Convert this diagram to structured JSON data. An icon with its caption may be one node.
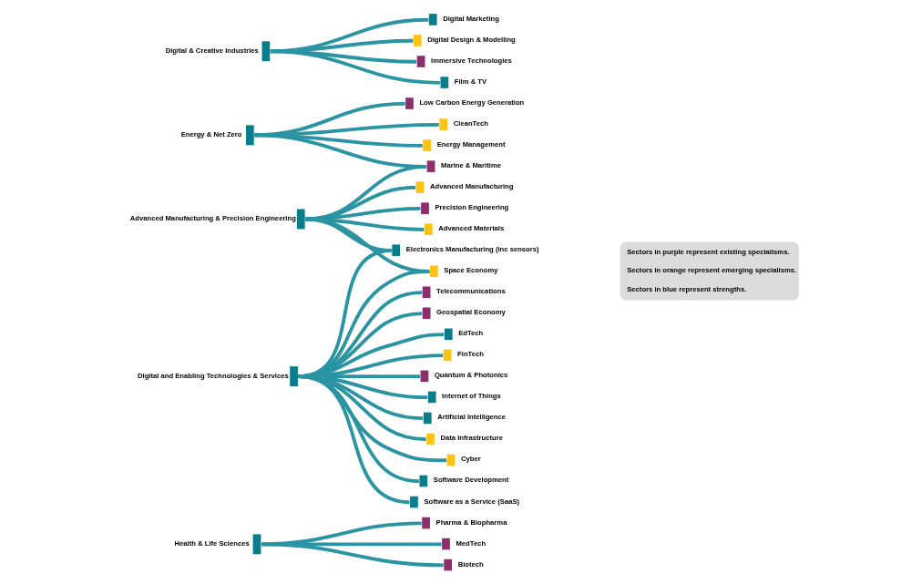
{
  "diagram": {
    "nodes": [
      {
        "text": [
          "Health & Life Sciences"
        ]
      },
      {
        "text": [
          "Energy & Net Zero"
        ]
      },
      {
        "text": [
          "Advanced Manufacturing & Precision Engineering"
        ]
      },
      {
        "text": [
          "Digital & Creative Industries"
        ]
      },
      {
        "text": [
          "Digital and Enabling Technologies & Services"
        ]
      },
      {
        "text": [
          "Pharma & Biopharma"
        ]
      },
      {
        "text": [
          "MedTech"
        ]
      },
      {
        "text": [
          "Biotech"
        ]
      },
      {
        "text": [
          "Low Carbon Energy Generation"
        ]
      },
      {
        "text": [
          "CleanTech"
        ]
      },
      {
        "text": [
          "Energy Management"
        ]
      },
      {
        "text": [
          "Marine & Maritime"
        ]
      },
      {
        "text": [
          "Advanced Manufacturing"
        ]
      },
      {
        "text": [
          "Precision Engineering"
        ]
      },
      {
        "text": [
          "Advanced Materials"
        ]
      },
      {
        "text": [
          "Electronics Manufacturing (inc sensors)"
        ]
      },
      {
        "text": [
          "Space Economy"
        ]
      },
      {
        "text": [
          "Digital Marketing"
        ]
      },
      {
        "text": [
          "Digital Design & Modelling"
        ]
      },
      {
        "text": [
          "Immersive Technologies"
        ]
      },
      {
        "text": [
          "Film & TV"
        ]
      },
      {
        "text": [
          "Data Infrastructure"
        ]
      },
      {
        "text": [
          "Cyber"
        ]
      },
      {
        "text": [
          "Software Development"
        ]
      },
      {
        "text": [
          "Software as a Service (SaaS)"
        ]
      },
      {
        "text": [
          "Telecommunications"
        ]
      },
      {
        "text": [
          "Geospatial Economy"
        ]
      },
      {
        "text": [
          "EdTech"
        ]
      },
      {
        "text": [
          "FinTech"
        ]
      },
      {
        "text": [
          "Quantum & Photonics"
        ]
      },
      {
        "text": [
          "Internet of Things"
        ]
      },
      {
        "text": [
          "Artificial Intelligence"
        ]
      }
    ],
    "edges": [
      {
        "from": 0,
        "to": 5,
        "arrow": "none"
      },
      {
        "from": 0,
        "to": 6,
        "arrow": "none"
      },
      {
        "from": 0,
        "to": 7,
        "arrow": "none"
      },
      {
        "from": 1,
        "to": 8,
        "arrow": "none"
      },
      {
        "from": 1,
        "to": 9,
        "arrow": "none"
      },
      {
        "from": 1,
        "to": 10,
        "arrow": "none"
      },
      {
        "from": 1,
        "to": 11,
        "arrow": "none"
      },
      {
        "from": 2,
        "to": 11,
        "arrow": "none"
      },
      {
        "from": 2,
        "to": 12,
        "arrow": "none"
      },
      {
        "from": 2,
        "to": 13,
        "arrow": "none"
      },
      {
        "from": 2,
        "to": 14,
        "arrow": "none"
      },
      {
        "from": 2,
        "to": 15,
        "arrow": "none"
      },
      {
        "from": 2,
        "to": 16,
        "arrow": "none"
      },
      {
        "from": 3,
        "to": 17,
        "arrow": "none"
      },
      {
        "from": 3,
        "to": 18,
        "arrow": "none"
      },
      {
        "from": 3,
        "to": 19,
        "arrow": "none"
      },
      {
        "from": 3,
        "to": 20,
        "arrow": "none"
      },
      {
        "from": 4,
        "to": 15,
        "arrow": "none"
      },
      {
        "from": 4,
        "to": 16,
        "arrow": "none"
      },
      {
        "from": 4,
        "to": 21,
        "arrow": "none"
      },
      {
        "from": 4,
        "to": 22,
        "arrow": "none"
      },
      {
        "from": 4,
        "to": 23,
        "arrow": "none"
      },
      {
        "from": 4,
        "to": 24,
        "arrow": "none"
      },
      {
        "from": 4,
        "to": 25,
        "arrow": "none"
      },
      {
        "from": 4,
        "to": 26,
        "arrow": "none"
      },
      {
        "from": 4,
        "to": 27,
        "arrow": "none"
      },
      {
        "from": 4,
        "to": 28,
        "arrow": "none"
      },
      {
        "from": 4,
        "to": 29,
        "arrow": "none"
      },
      {
        "from": 4,
        "to": 30,
        "arrow": "none"
      },
      {
        "from": 4,
        "to": 31,
        "arrow": "none"
      }
    ],
    "labels": [
      "Sectors in purple represent existing specialisms.",
      "Sectors in orange represent emerging specialisms.",
      "Sectors in blue represent strengths."
    ]
  }
}
